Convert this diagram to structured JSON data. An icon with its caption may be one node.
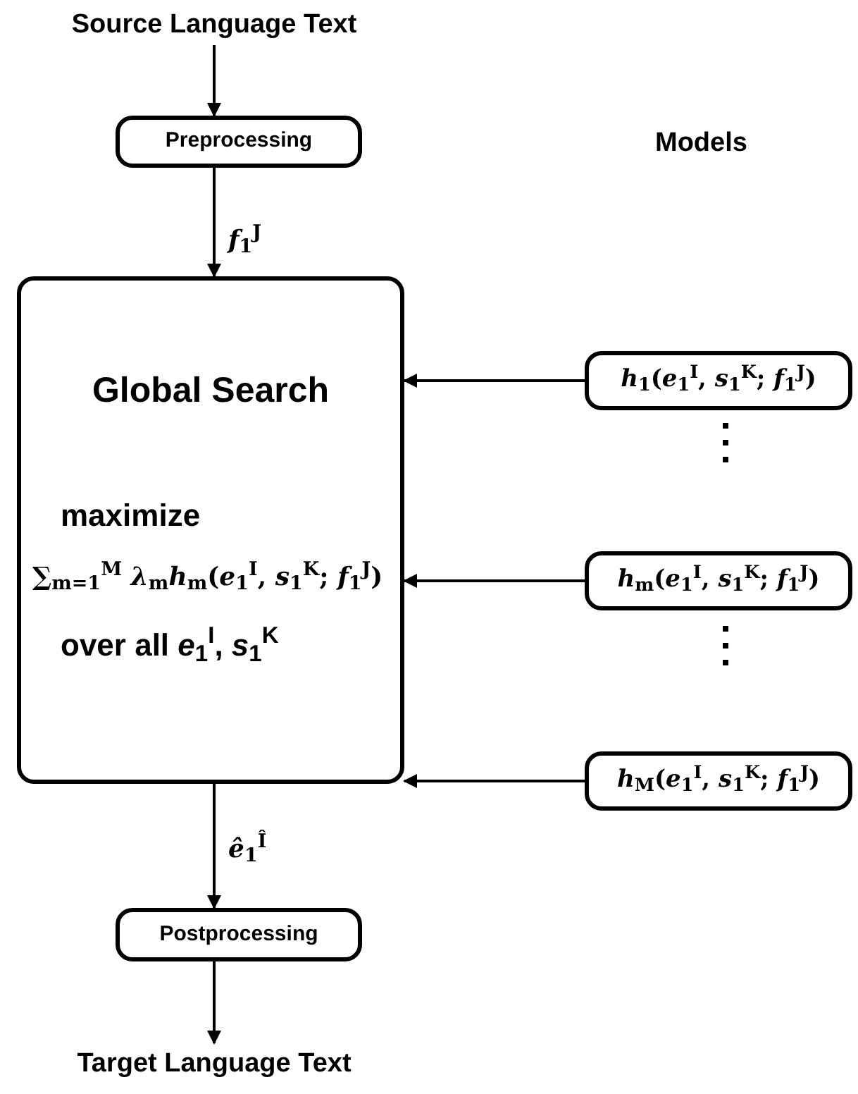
{
  "diagram": {
    "nodes": [
      {
        "text": [
          "Source Language Text"
        ]
      },
      {
        "text": [
          "Preprocessing"
        ]
      },
      {
        "text": [
          "Global Search",
          "maximize",
          "∑$_{m=1}$$^{M}$ *λ*$_{m}$*h*$_{m}$(*e*$_{1}$$^{I}$, *s*$_{1}$$^{K}$; *f*$_{1}$$^{J}$)",
          "over all *e*$_{1}$$^{I}$, *s*$_{1}$$^{K}$"
        ]
      },
      {
        "text": [
          "*h*$_{1}$(*e*$_{1}$$^{I}$, *s*$_{1}$$^{K}$; *f*$_{1}$$^{J}$)"
        ]
      },
      {
        "text": [
          "*h*$_{m}$(*e*$_{1}$$^{I}$, *s*$_{1}$$^{K}$; *f*$_{1}$$^{J}$)"
        ]
      },
      {
        "text": [
          "*h*$_{M}$(*e*$_{1}$$^{I}$, *s*$_{1}$$^{K}$; *f*$_{1}$$^{J}$)"
        ]
      },
      {
        "text": [
          "Postprocessing"
        ]
      },
      {
        "text": [
          "Target Language Text"
        ]
      }
    ],
    "edges": [
      {
        "from": 0,
        "to": 1,
        "arrow": "to"
      },
      {
        "from": 1,
        "to": 2,
        "arrow": "to",
        "label": "*f*$_{1}$$^{J}$"
      },
      {
        "from": 3,
        "to": 2,
        "arrow": "to"
      },
      {
        "from": 4,
        "to": 2,
        "arrow": "to"
      },
      {
        "from": 5,
        "to": 2,
        "arrow": "to"
      },
      {
        "from": 2,
        "to": 6,
        "arrow": "to",
        "label": "*ê*$_{1}$$^{Î}$"
      },
      {
        "from": 6,
        "to": 7,
        "arrow": "to"
      }
    ],
    "labels": [
      "Models"
    ]
  }
}
